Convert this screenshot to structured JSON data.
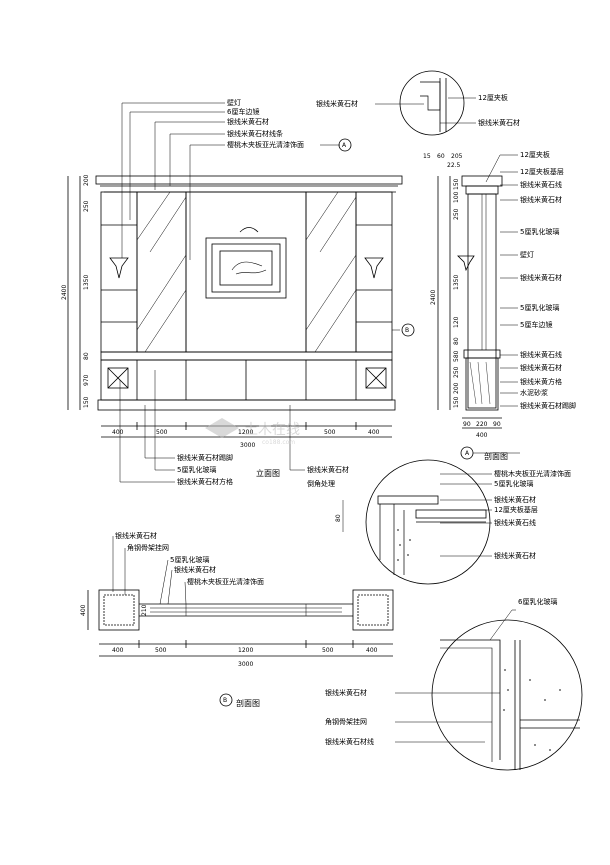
{
  "elevation": {
    "title": "立面图",
    "callouts_top": [
      "壁灯",
      "6厘车边镜",
      "银线米黄石材",
      "银线米黄石材线条",
      "樱桃木夹板亚光清漆饰面"
    ],
    "callouts_bottom": [
      "银线米黄石材踢脚",
      "5厘乳化玻璃",
      "银线米黄石材方格"
    ],
    "callouts_bottom_right": [
      "银线米黄石材",
      "倒角处理"
    ],
    "marker_a": "A",
    "marker_b": "B",
    "dims_left": [
      "200",
      "250",
      "1350",
      "2400",
      "80",
      "970",
      "150"
    ],
    "dims_bottom": [
      "400",
      "500",
      "1200",
      "500",
      "400"
    ],
    "dim_total": "3000"
  },
  "section_a": {
    "title": "剖面图",
    "marker": "A",
    "detail_labels": [
      "银线米黄石材",
      "12厘夹板",
      "银线米黄石材"
    ],
    "top_dims": [
      "15",
      "60",
      "205"
    ],
    "top_dim2": "22.5",
    "right_labels": [
      "12厘夹板",
      "12厘夹板基层",
      "银线米黄石线",
      "银线米黄石材",
      "5厘乳化玻璃",
      "壁灯",
      "银线米黄石材",
      "5厘乳化玻璃",
      "5厘车边镜",
      "银线米黄石线",
      "银线米黄石材",
      "银线米黄方格",
      "水泥砂浆",
      "银线米黄石材踢脚"
    ],
    "left_dims": [
      "150",
      "100",
      "250",
      "1350",
      "120",
      "80",
      "580",
      "250",
      "200",
      "150",
      "2400"
    ],
    "bottom_dims": [
      "90",
      "220",
      "90"
    ],
    "bottom_total": "400"
  },
  "detail_mid": {
    "labels": [
      "樱桃木夹板亚光清漆饰面",
      "5厘乳化玻璃",
      "银线米黄石材",
      "12厘夹板基层",
      "银线米黄石线",
      "银线米黄石材"
    ],
    "dim": "80"
  },
  "section_b": {
    "title": "剖面图",
    "marker": "B",
    "labels": [
      "银线米黄石材",
      "角钢骨架挂网",
      "5厘乳化玻璃",
      "银线米黄石材",
      "樱桃木夹板亚光清漆饰面"
    ],
    "dim_left": "400",
    "dim_small": "210",
    "dims_bottom": [
      "400",
      "500",
      "1200",
      "500",
      "400"
    ],
    "dim_total": "3000"
  },
  "detail_bottom": {
    "top_label": "6厘乳化玻璃",
    "labels": [
      "银线米黄石材",
      "角钢骨架挂网",
      "银线米黄石材线"
    ]
  },
  "watermark": "土木在线",
  "watermark_sub": "co188.com"
}
